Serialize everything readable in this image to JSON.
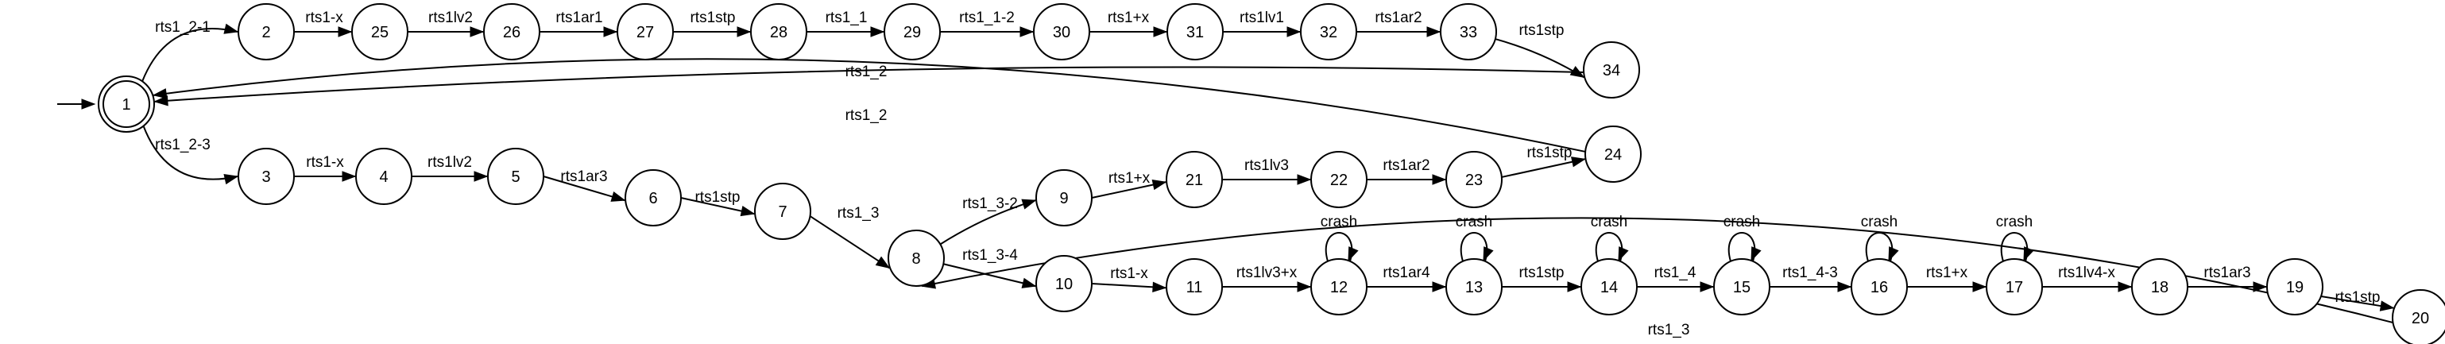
{
  "states": [
    {
      "id": "1",
      "label": "1",
      "accepting": true,
      "initial": true
    },
    {
      "id": "2",
      "label": "2"
    },
    {
      "id": "3",
      "label": "3"
    },
    {
      "id": "4",
      "label": "4"
    },
    {
      "id": "5",
      "label": "5"
    },
    {
      "id": "6",
      "label": "6"
    },
    {
      "id": "7",
      "label": "7"
    },
    {
      "id": "8",
      "label": "8"
    },
    {
      "id": "9",
      "label": "9"
    },
    {
      "id": "10",
      "label": "10"
    },
    {
      "id": "11",
      "label": "11"
    },
    {
      "id": "12",
      "label": "12"
    },
    {
      "id": "13",
      "label": "13"
    },
    {
      "id": "14",
      "label": "14"
    },
    {
      "id": "15",
      "label": "15"
    },
    {
      "id": "16",
      "label": "16"
    },
    {
      "id": "17",
      "label": "17"
    },
    {
      "id": "18",
      "label": "18"
    },
    {
      "id": "19",
      "label": "19"
    },
    {
      "id": "20",
      "label": "20"
    },
    {
      "id": "21",
      "label": "21"
    },
    {
      "id": "22",
      "label": "22"
    },
    {
      "id": "23",
      "label": "23"
    },
    {
      "id": "24",
      "label": "24"
    },
    {
      "id": "25",
      "label": "25"
    },
    {
      "id": "26",
      "label": "26"
    },
    {
      "id": "27",
      "label": "27"
    },
    {
      "id": "28",
      "label": "28"
    },
    {
      "id": "29",
      "label": "29"
    },
    {
      "id": "30",
      "label": "30"
    },
    {
      "id": "31",
      "label": "31"
    },
    {
      "id": "32",
      "label": "32"
    },
    {
      "id": "33",
      "label": "33"
    },
    {
      "id": "34",
      "label": "34"
    }
  ],
  "transitions": [
    {
      "from": "1",
      "to": "2",
      "label": "rts1_2-1"
    },
    {
      "from": "2",
      "to": "25",
      "label": "rts1-x"
    },
    {
      "from": "25",
      "to": "26",
      "label": "rts1lv2"
    },
    {
      "from": "26",
      "to": "27",
      "label": "rts1ar1"
    },
    {
      "from": "27",
      "to": "28",
      "label": "rts1stp"
    },
    {
      "from": "28",
      "to": "29",
      "label": "rts1_1"
    },
    {
      "from": "29",
      "to": "30",
      "label": "rts1_1-2"
    },
    {
      "from": "30",
      "to": "31",
      "label": "rts1+x"
    },
    {
      "from": "31",
      "to": "32",
      "label": "rts1lv1"
    },
    {
      "from": "32",
      "to": "33",
      "label": "rts1ar2"
    },
    {
      "from": "33",
      "to": "34",
      "label": "rts1stp"
    },
    {
      "from": "34",
      "to": "1",
      "label": "rts1_2"
    },
    {
      "from": "24",
      "to": "1",
      "label": "rts1_2"
    },
    {
      "from": "1",
      "to": "3",
      "label": "rts1_2-3"
    },
    {
      "from": "3",
      "to": "4",
      "label": "rts1-x"
    },
    {
      "from": "4",
      "to": "5",
      "label": "rts1lv2"
    },
    {
      "from": "5",
      "to": "6",
      "label": "rts1ar3"
    },
    {
      "from": "6",
      "to": "7",
      "label": "rts1stp"
    },
    {
      "from": "7",
      "to": "8",
      "label": "rts1_3"
    },
    {
      "from": "8",
      "to": "9",
      "label": "rts1_3-2"
    },
    {
      "from": "9",
      "to": "21",
      "label": "rts1+x"
    },
    {
      "from": "21",
      "to": "22",
      "label": "rts1lv3"
    },
    {
      "from": "22",
      "to": "23",
      "label": "rts1ar2"
    },
    {
      "from": "23",
      "to": "24",
      "label": "rts1stp"
    },
    {
      "from": "8",
      "to": "10",
      "label": "rts1_3-4"
    },
    {
      "from": "10",
      "to": "11",
      "label": "rts1-x"
    },
    {
      "from": "11",
      "to": "12",
      "label": "rts1lv3+x"
    },
    {
      "from": "12",
      "to": "12",
      "label": "crash"
    },
    {
      "from": "12",
      "to": "13",
      "label": "rts1ar4"
    },
    {
      "from": "13",
      "to": "13",
      "label": "crash"
    },
    {
      "from": "13",
      "to": "14",
      "label": "rts1stp"
    },
    {
      "from": "14",
      "to": "14",
      "label": "crash"
    },
    {
      "from": "14",
      "to": "15",
      "label": "rts1_4"
    },
    {
      "from": "15",
      "to": "15",
      "label": "crash"
    },
    {
      "from": "15",
      "to": "16",
      "label": "rts1_4-3"
    },
    {
      "from": "16",
      "to": "16",
      "label": "crash"
    },
    {
      "from": "16",
      "to": "17",
      "label": "rts1+x"
    },
    {
      "from": "17",
      "to": "17",
      "label": "crash"
    },
    {
      "from": "17",
      "to": "18",
      "label": "rts1lv4-x"
    },
    {
      "from": "18",
      "to": "19",
      "label": "rts1ar3"
    },
    {
      "from": "19",
      "to": "20",
      "label": "rts1stp"
    },
    {
      "from": "20",
      "to": "8",
      "label": "rts1_3"
    }
  ]
}
